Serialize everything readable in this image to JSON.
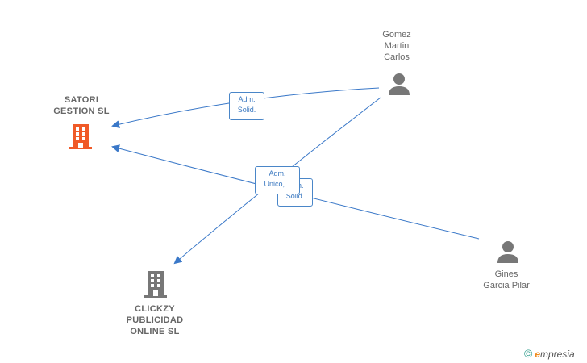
{
  "colors": {
    "edge": "#3a78c8",
    "company_primary": "#f05a28",
    "company_secondary": "#777777",
    "person": "#777777"
  },
  "nodes": {
    "satori": {
      "label": "SATORI\nGESTION  SL",
      "icon": "building-icon"
    },
    "clickzy": {
      "label": "CLICKZY\nPUBLICIDAD\nONLINE  SL",
      "icon": "building-icon"
    },
    "gomez": {
      "label": "Gomez\nMartin\nCarlos",
      "icon": "person-icon"
    },
    "gines": {
      "label": "Gines\nGarcia Pilar",
      "icon": "person-icon"
    }
  },
  "edges": {
    "gomez_satori": {
      "label": "Adm.\nSolid."
    },
    "gines_satori": {
      "label": "Adm.\nSolid."
    },
    "gomez_clickzy": {
      "label": "Adm.\nUnico,..."
    }
  },
  "brand": {
    "copyright": "©",
    "name": "mpresia",
    "initial": "e"
  }
}
